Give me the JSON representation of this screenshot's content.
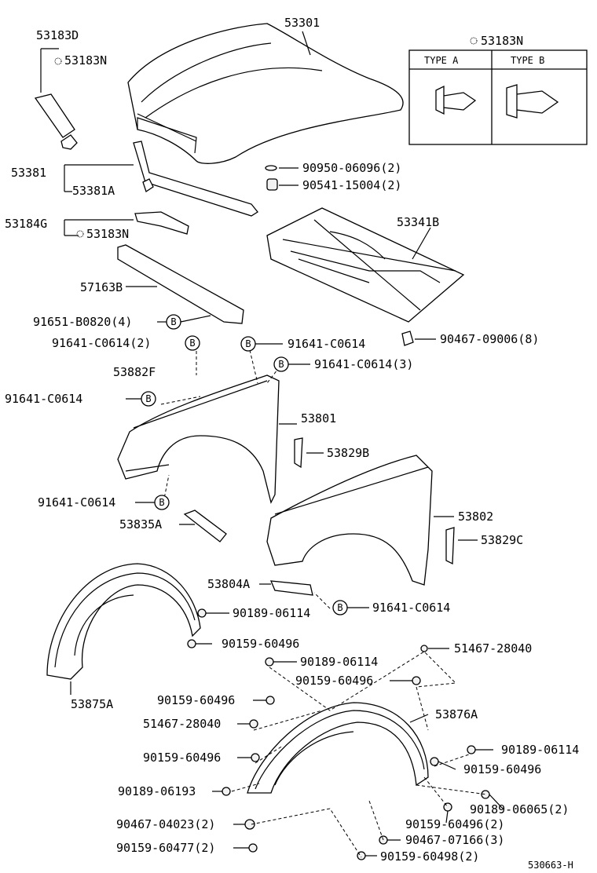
{
  "labels": {
    "l53183D": "53183D",
    "l53183N_a": "53183N",
    "l53301": "53301",
    "l53183N_b": "53183N",
    "typeA": "TYPE A",
    "typeB": "TYPE B",
    "l53381": "53381",
    "l53381A": "53381A",
    "l90950": "90950-06096(2)",
    "l90541": "90541-15004(2)",
    "l53184G": "53184G",
    "l53183N_c": "53183N",
    "l53341B": "53341B",
    "l57163B": "57163B",
    "l91651": "91651-B0820(4)",
    "l90467_09006": "90467-09006(8)",
    "l91641_2": "91641-C0614(2)",
    "l91641_r1": "91641-C0614",
    "l53882F": "53882F",
    "l91641_3": "91641-C0614(3)",
    "l91641_l1": "91641-C0614",
    "l53801": "53801",
    "l53829B": "53829B",
    "l91641_l2": "91641-C0614",
    "l53802": "53802",
    "l53835A": "53835A",
    "l53829C": "53829C",
    "l53804A": "53804A",
    "l90189_06114_a": "90189-06114",
    "l91641_b": "91641-C0614",
    "l90159_60496_a": "90159-60496",
    "l51467_a": "51467-28040",
    "l90189_06114_b": "90189-06114",
    "l90159_60496_b": "90159-60496",
    "l53875A": "53875A",
    "l90159_60496_c": "90159-60496",
    "l51467_b": "51467-28040",
    "l53876A": "53876A",
    "l90189_06114_c": "90189-06114",
    "l90159_60496_d": "90159-60496",
    "l90159_60496_e": "90159-60496",
    "l90189_06193": "90189-06193",
    "l90189_06065": "90189-06065(2)",
    "l90467_04023": "90467-04023(2)",
    "l90159_60496_2": "90159-60496(2)",
    "l90467_07166": "90467-07166(3)",
    "l90159_60477": "90159-60477(2)",
    "l90159_60498": "90159-60498(2)",
    "footer": "530663-H",
    "b": "B"
  }
}
